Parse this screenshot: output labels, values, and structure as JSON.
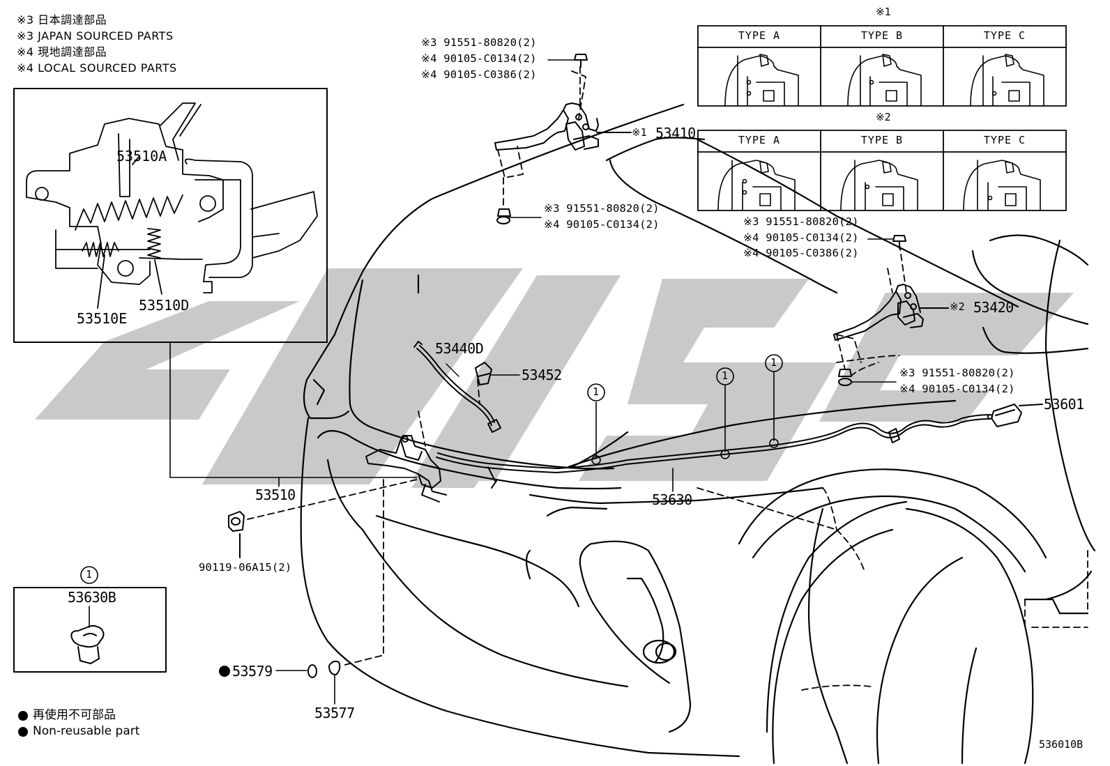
{
  "notes": [
    "※3 日本調達部品",
    "※3 JAPAN SOURCED PARTS",
    "※4 現地調達部品",
    "※4 LOCAL SOURCED PARTS"
  ],
  "type_tables": [
    {
      "marker": "※1",
      "headers": [
        "TYPE A",
        "TYPE B",
        "TYPE C"
      ]
    },
    {
      "marker": "※2",
      "headers": [
        "TYPE A",
        "TYPE B",
        "TYPE C"
      ]
    }
  ],
  "inset_labels": {
    "a": "53510A",
    "e": "53510E",
    "d": "53510D"
  },
  "fastener_groups": {
    "top_hinge_bolts": [
      "※3 91551-80820(2)",
      "※4 90105-C0134(2)",
      "※4 90105-C0386(2)"
    ],
    "left_hinge_lower": [
      "※3 91551-80820(2)",
      "※4 90105-C0134(2)"
    ],
    "right_hinge_bolts": [
      "※3 91551-80820(2)",
      "※4 90105-C0134(2)",
      "※4 90105-C0386(2)"
    ],
    "right_hinge_lower": [
      "※3 91551-80820(2)",
      "※4 90105-C0134(2)"
    ]
  },
  "parts": {
    "hinge_left_marker": "※1",
    "hinge_left": "53410",
    "hinge_right_marker": "※2",
    "hinge_right": "53420",
    "cable_d": "53440D",
    "clip": "53452",
    "switch": "53601",
    "lock": "53510",
    "cable": "53630",
    "bolt": "90119-06A15(2)",
    "grommet": "53579",
    "cushion": "53577",
    "clamp_inset": "53630B"
  },
  "callout_marker": "1",
  "legend": [
    "再使用不可部品",
    "Non-reusable part"
  ],
  "diagram_code": "536010B"
}
